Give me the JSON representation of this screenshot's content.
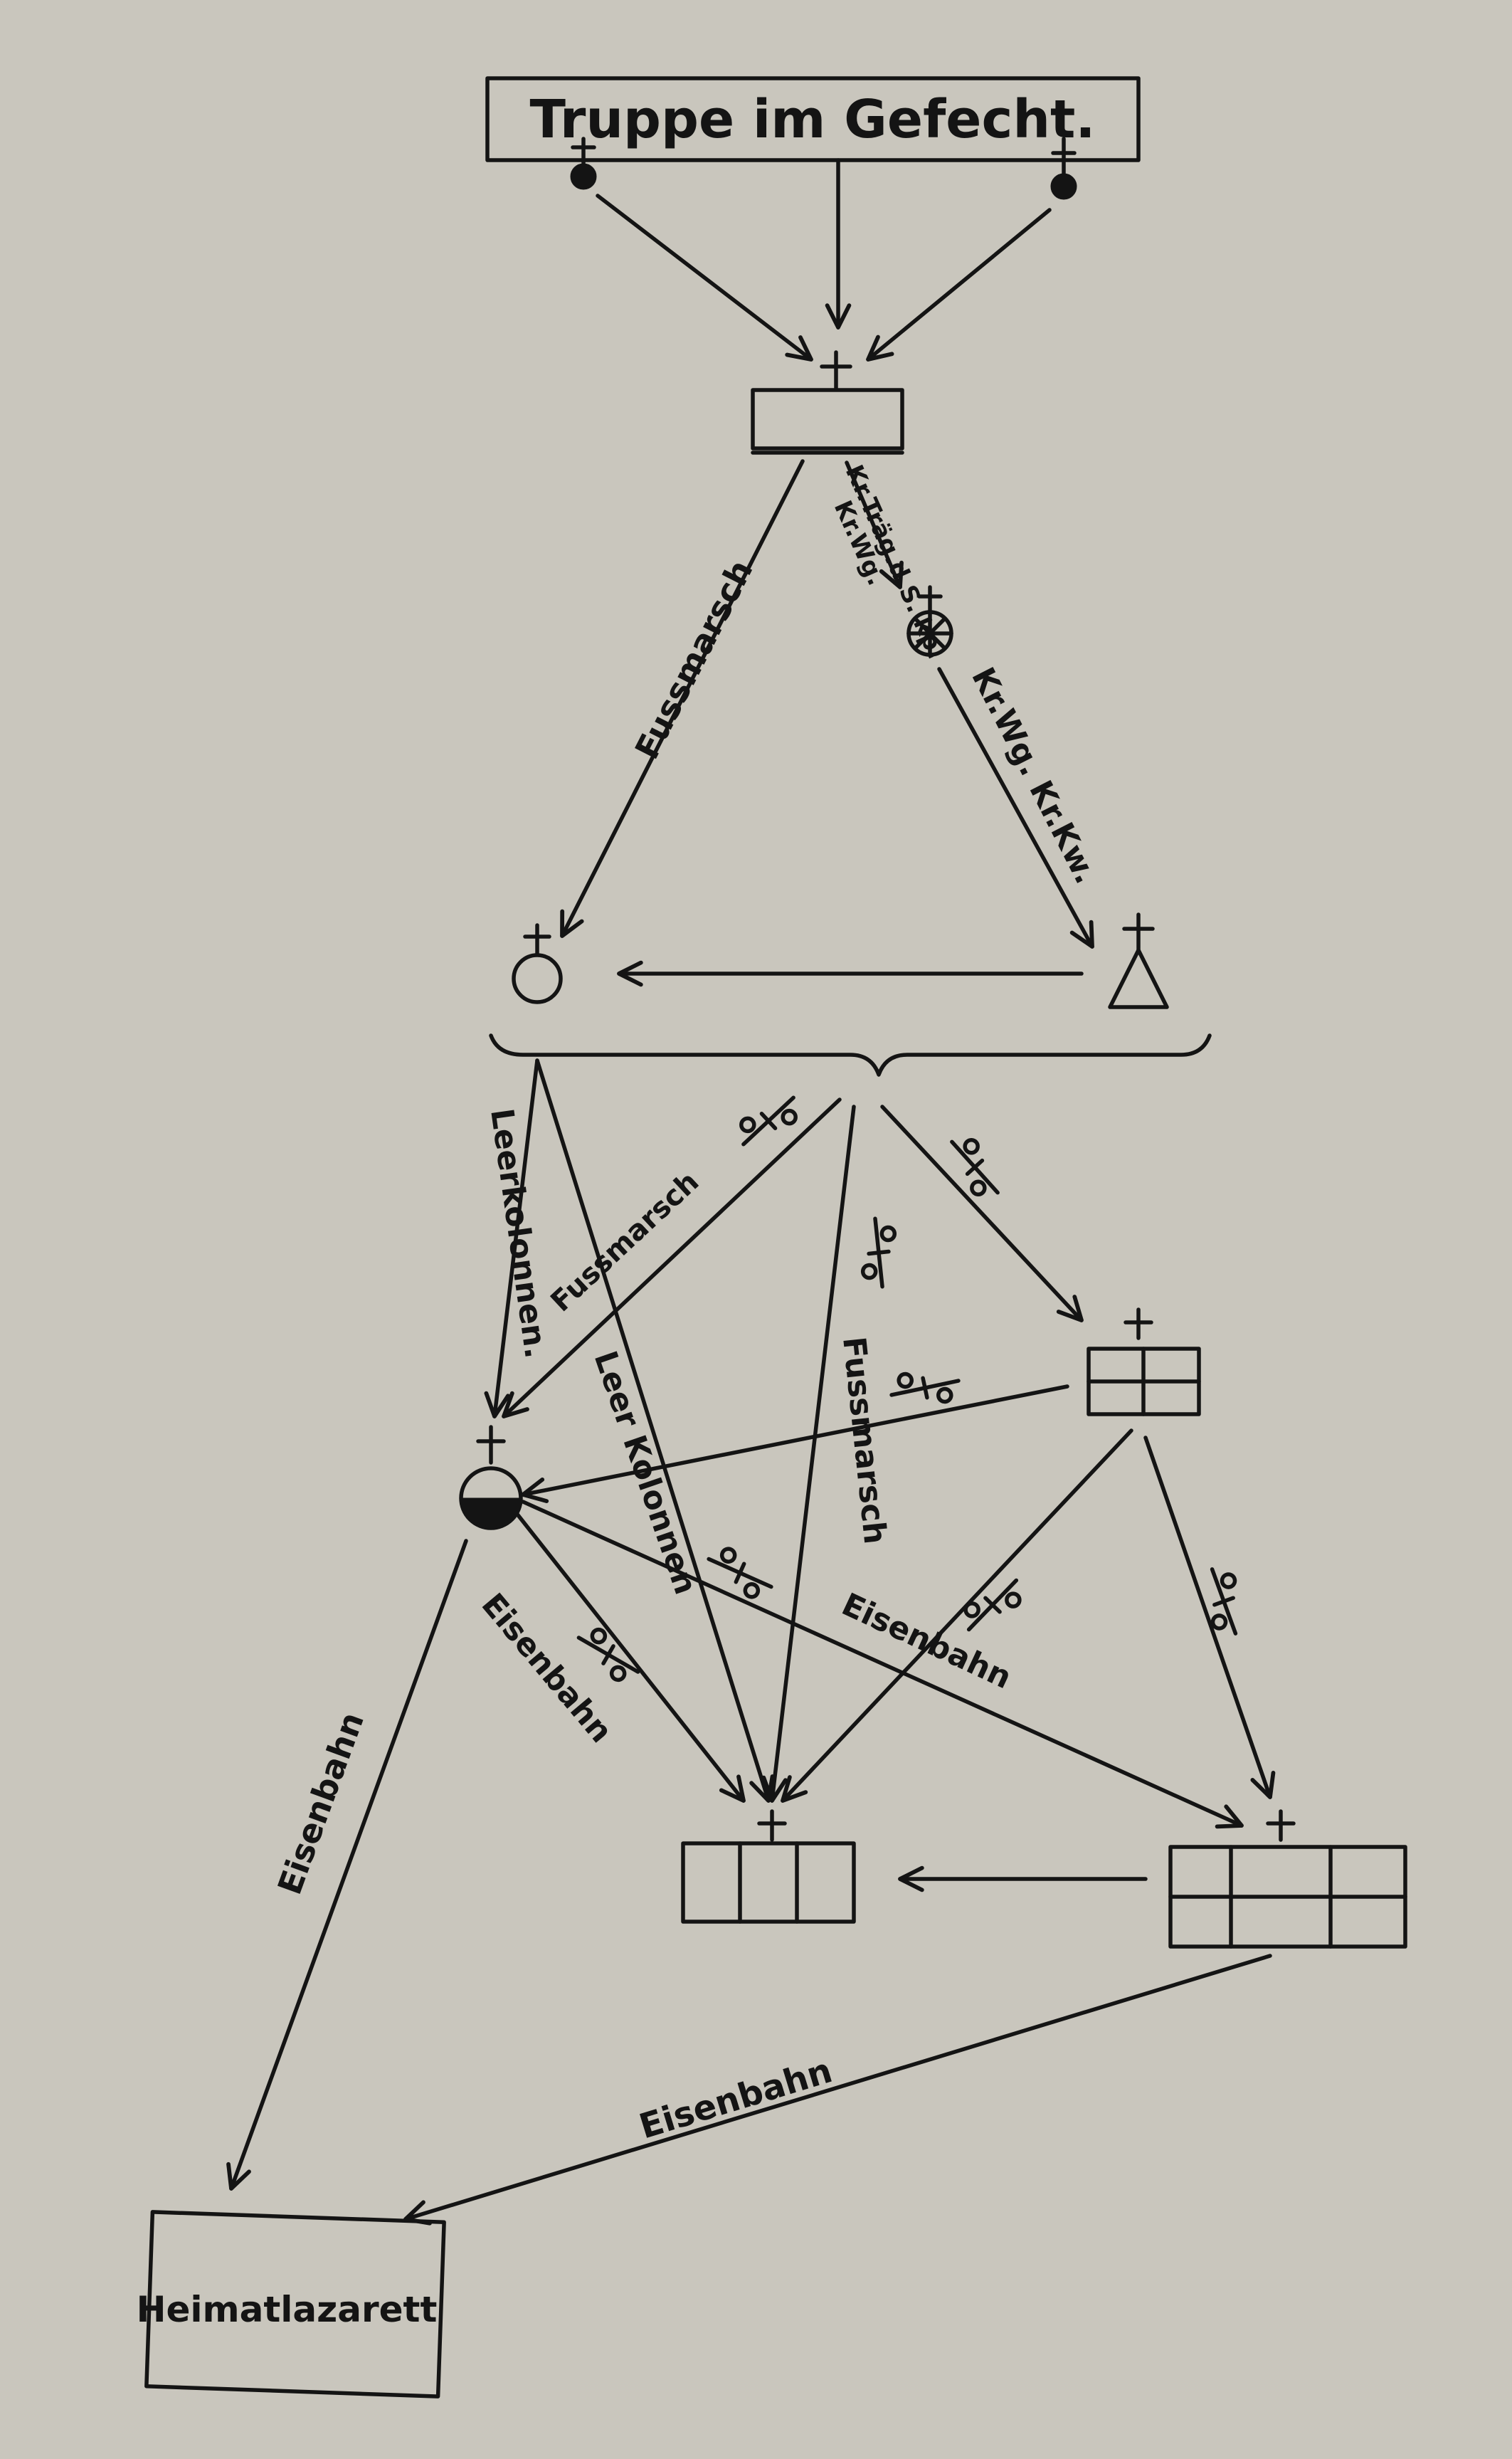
{
  "colors": {
    "paper": "#c9c6bd",
    "ink": "#141414"
  },
  "nodes": {
    "top_box": "Truppe im Gefecht.",
    "bottom_box": "Heimatlazarett"
  },
  "edges": {
    "fussmarsch_1": "Fussmarsch",
    "kr_trag": "Kr.Träg.d.S. kp.",
    "kr_wg": "Kr.Wg.",
    "kr_wg_kw": "Kr.Wg. Kr.Kw.",
    "leerkolonnen_1": "Leerkolonnen.",
    "fussmarsch_2": "Fussmarsch",
    "leerkolonnen_2": "Leer Kolonnen",
    "fussmarsch_3": "Fussmarsch",
    "eisenbahn_1": "Eisenbahn",
    "eisenbahn_2": "Eisenbahn",
    "eisenbahn_3": "Eisenbahn",
    "eisenbahn_4": "Eisenbahn"
  },
  "icons": [
    "cross-icon",
    "dot-icon",
    "wheel-icon",
    "circle-icon",
    "triangle-icon",
    "half-filled-circle-icon",
    "four-cell-grid-icon",
    "three-cell-row-icon",
    "six-cell-grid-icon",
    "transport-mark-icon"
  ]
}
